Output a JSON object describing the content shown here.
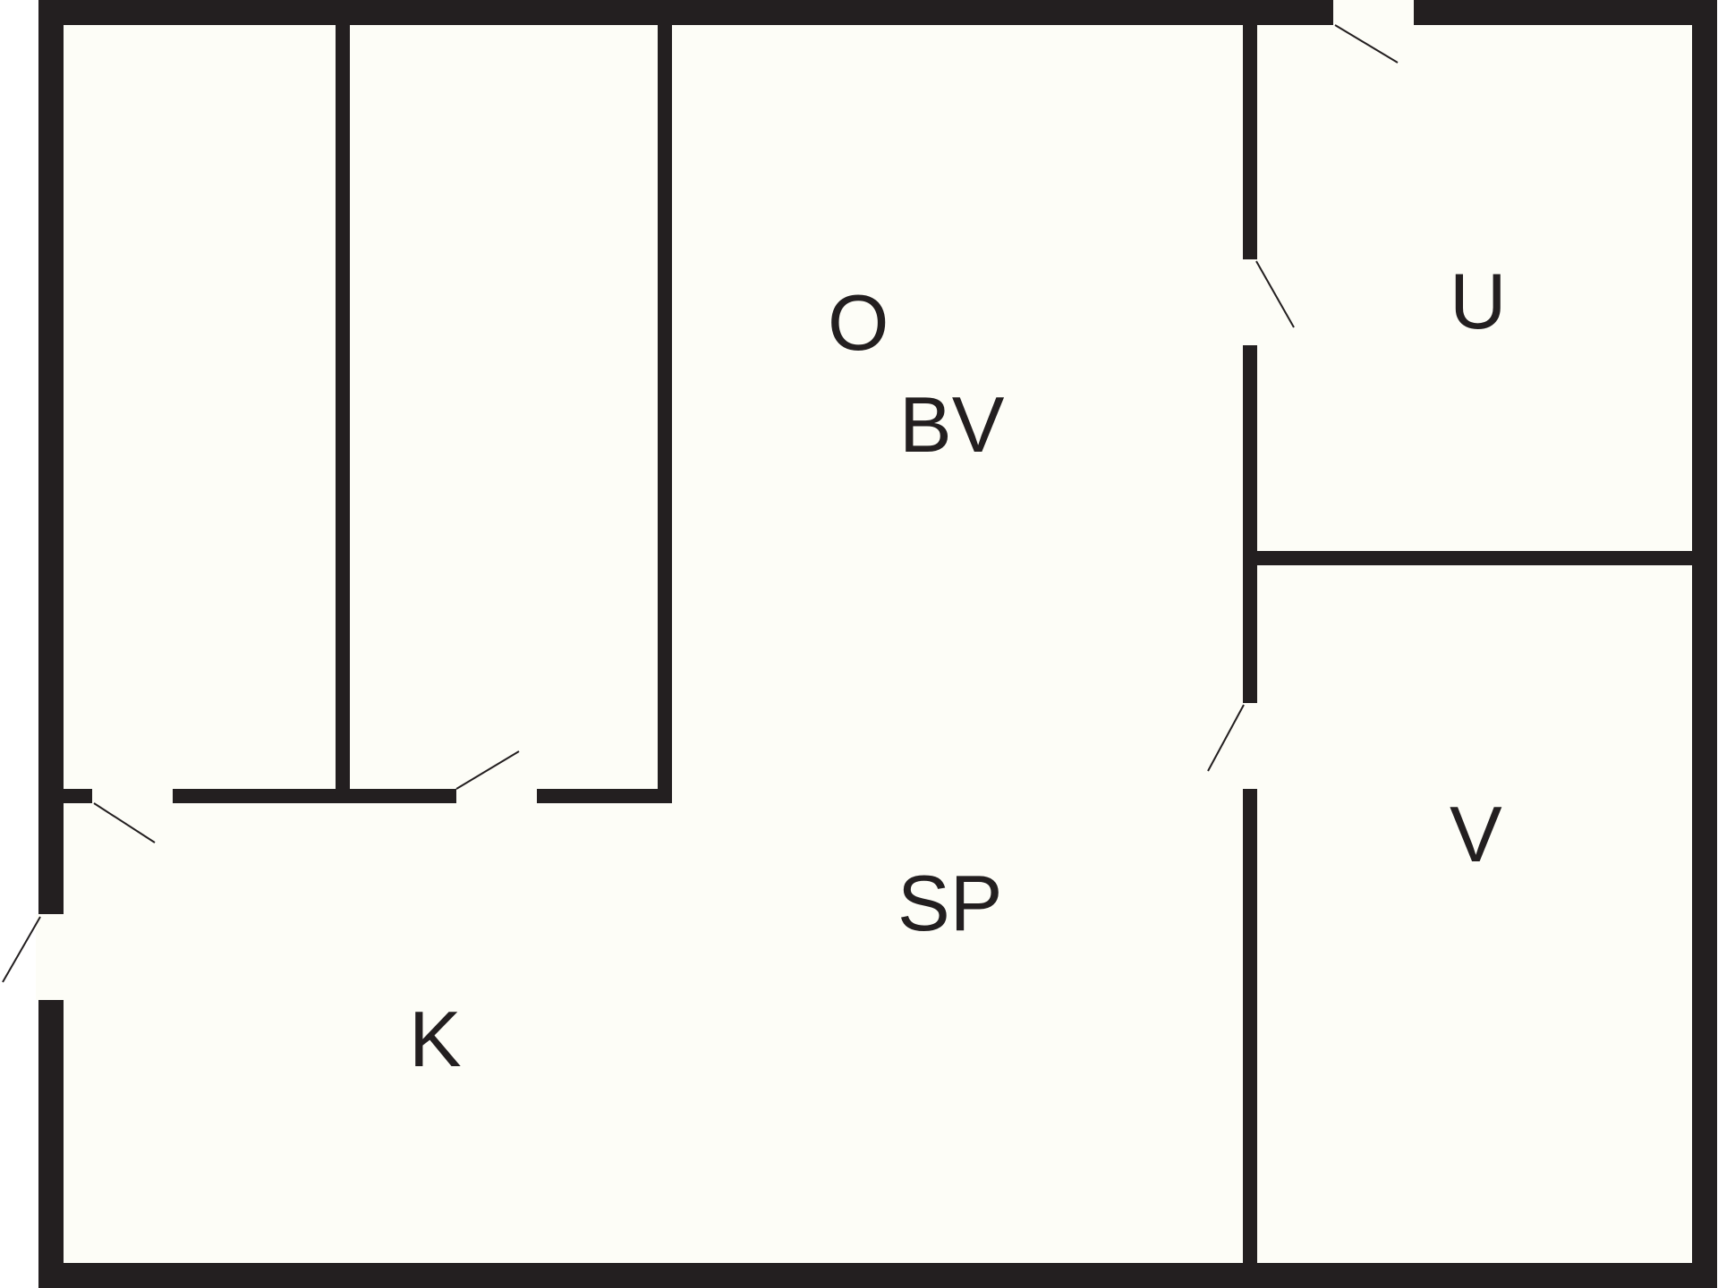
{
  "colors": {
    "wall": "#231f20",
    "floor": "#fdfdf7",
    "background": "#ffffff"
  },
  "rooms": {
    "o": "O",
    "bv": "BV",
    "u": "U",
    "sp": "SP",
    "v": "V",
    "k": "K"
  }
}
